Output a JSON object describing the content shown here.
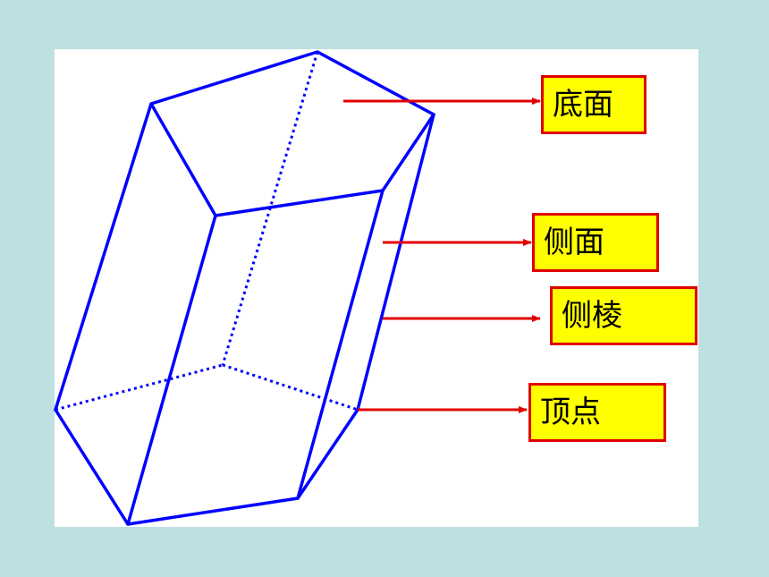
{
  "labels": {
    "base": "底面",
    "lateral_face": "侧面",
    "lateral_edge": "侧棱",
    "vertex": "顶点"
  },
  "colors": {
    "background": "#BEE0E1",
    "panel": "#FFFFFF",
    "prism_edges": "#0000FF",
    "arrows": "#E00000",
    "label_fill": "#FFFF00",
    "label_border": "#E00000"
  }
}
